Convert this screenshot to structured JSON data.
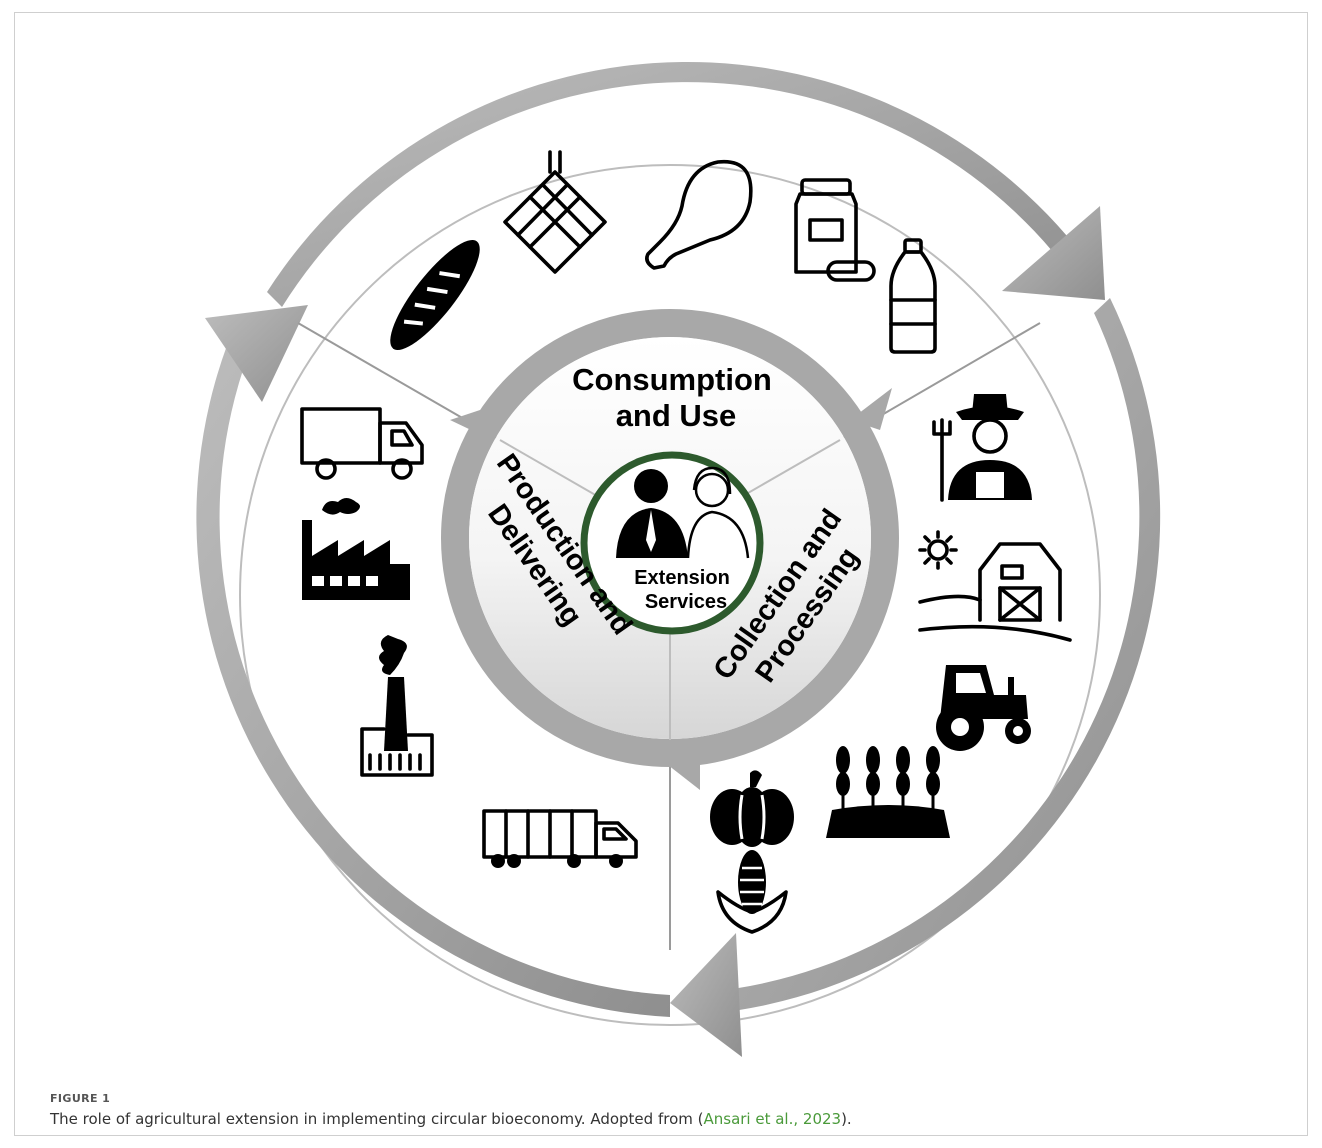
{
  "diagram": {
    "center_label_line1": "Extension",
    "center_label_line2": "Services",
    "sectors": {
      "top": {
        "line1": "Consumption",
        "line2": "and Use"
      },
      "left": {
        "line1": "Production",
        "line2": "and",
        "line3": "Delivering",
        "full_line1": "Production and",
        "full_line2": "Delivering"
      },
      "right": {
        "full_line1": "Collection and",
        "full_line2": "Processing"
      }
    },
    "icons": {
      "top": [
        "baguette-icon",
        "mesh-bag-icon",
        "chicken-drumstick-icon",
        "medicine-jar-icon",
        "water-bottle-icon"
      ],
      "right": [
        "farmer-icon",
        "barn-sun-icon",
        "tractor-icon",
        "wheat-field-icon",
        "pumpkin-icon",
        "corn-icon"
      ],
      "left": [
        "delivery-truck-icon",
        "factory-icon",
        "smokestack-plant-icon",
        "semi-truck-icon"
      ]
    },
    "colors": {
      "arrow": "#a5a5a5",
      "ring_accent": "#2d5a2d",
      "sector_fill": "#ffffff"
    }
  },
  "caption": {
    "figure_label": "FIGURE 1",
    "text_before": "The role of agricultural extension in implementing circular bioeconomy. Adopted from (",
    "citation": "Ansari et al., 2023",
    "text_after": ")."
  }
}
